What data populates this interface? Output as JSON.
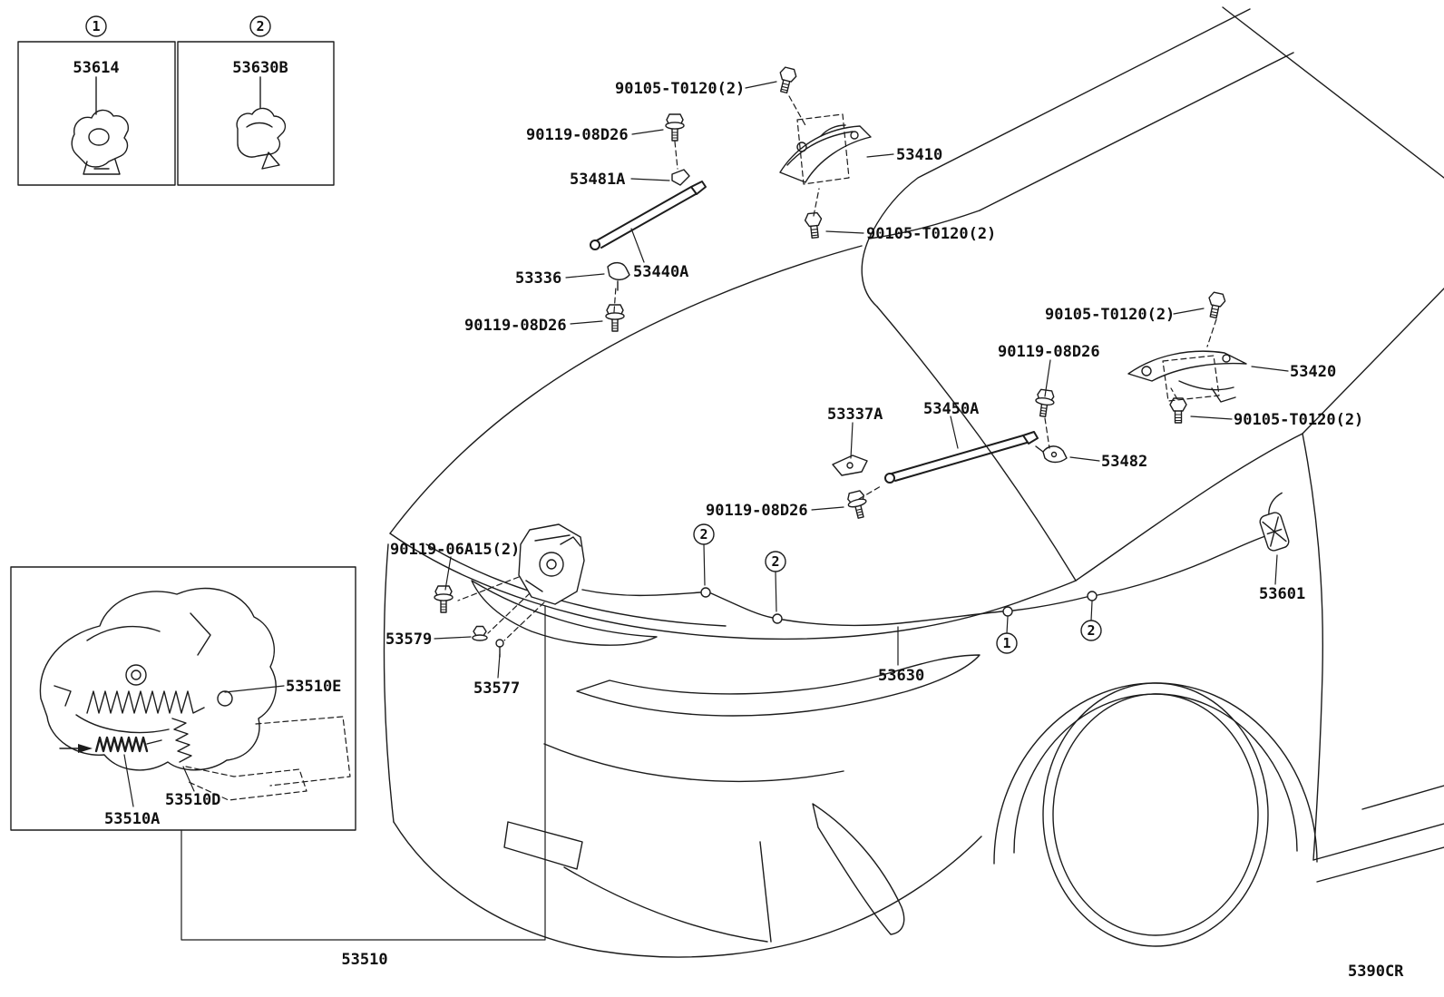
{
  "diagram_code": "5390CR",
  "callouts": {
    "one": "1",
    "two": "2"
  },
  "legend": [
    {
      "callout": "1",
      "part": "53614"
    },
    {
      "callout": "2",
      "part": "53630B"
    }
  ],
  "parts": {
    "p90105_t0120": "90105-T0120(2)",
    "p90119_08d26": "90119-08D26",
    "p90119_06a15": "90119-06A15(2)",
    "p53481a": "53481A",
    "p53410": "53410",
    "p53336": "53336",
    "p53440a": "53440A",
    "p53420": "53420",
    "p53337a": "53337A",
    "p53450a": "53450A",
    "p53482": "53482",
    "p53579": "53579",
    "p53577": "53577",
    "p53630": "53630",
    "p53601": "53601",
    "p53510e": "53510E",
    "p53510d": "53510D",
    "p53510a": "53510A",
    "p53510": "53510",
    "p53614": "53614",
    "p53630b": "53630B"
  }
}
